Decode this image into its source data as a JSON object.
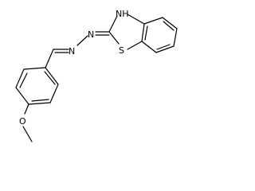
{
  "molecule": {
    "atom_labels": {
      "nh": "NH",
      "n1": "N",
      "n2": "N",
      "s": "S",
      "o": "O"
    }
  }
}
